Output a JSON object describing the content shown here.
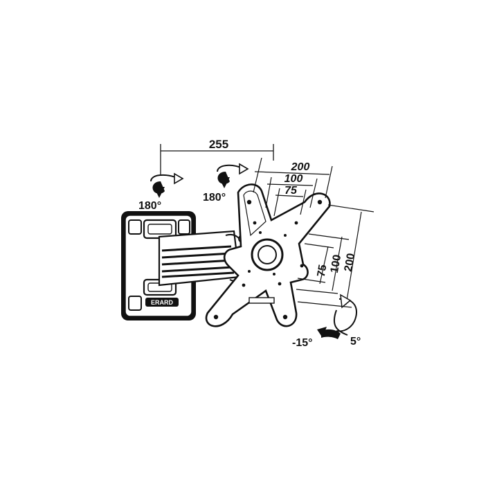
{
  "diagram": {
    "brand_label": "ERARD",
    "arm_span": "255",
    "swivel_wall": "180°",
    "swivel_head": "180°",
    "vesa_horizontal": [
      "200",
      "100",
      "75"
    ],
    "vesa_vertical": [
      "75",
      "100",
      "200"
    ],
    "tilt_down": "-15°",
    "tilt_up": "5°",
    "colors": {
      "ink": "#111111",
      "background": "#ffffff"
    }
  }
}
